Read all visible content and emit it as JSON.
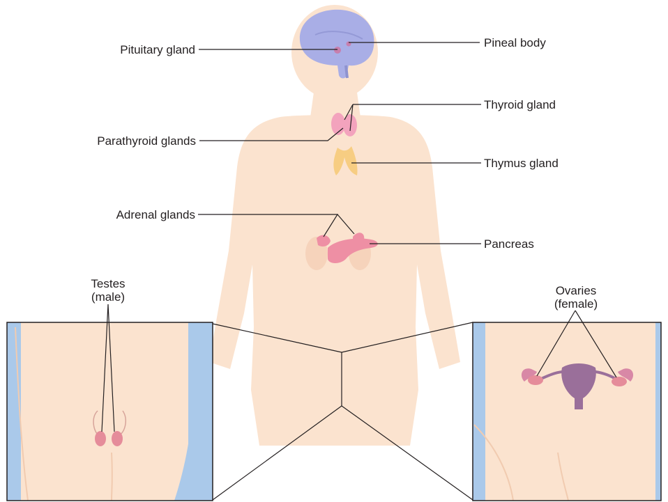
{
  "labels": {
    "pituitary": "Pituitary gland",
    "pineal": "Pineal body",
    "thyroid": "Thyroid gland",
    "parathyroid": "Parathyroid glands",
    "thymus": "Thymus gland",
    "adrenal": "Adrenal glands",
    "pancreas": "Pancreas",
    "testes_1": "Testes",
    "testes_2": "(male)",
    "ovaries_1": "Ovaries",
    "ovaries_2": "(female)"
  },
  "colors": {
    "skin": "#fbe3cf",
    "skin_shadow": "#f6d3bb",
    "brain": "#a9aee6",
    "thyroid": "#f3a3bd",
    "thymus": "#f7cd82",
    "pancreas": "#ee8fa4",
    "gonad": "#e58c9a",
    "uterus": "#9a6f9a",
    "inset_edge": "#aac9ea",
    "line": "#231f20"
  }
}
